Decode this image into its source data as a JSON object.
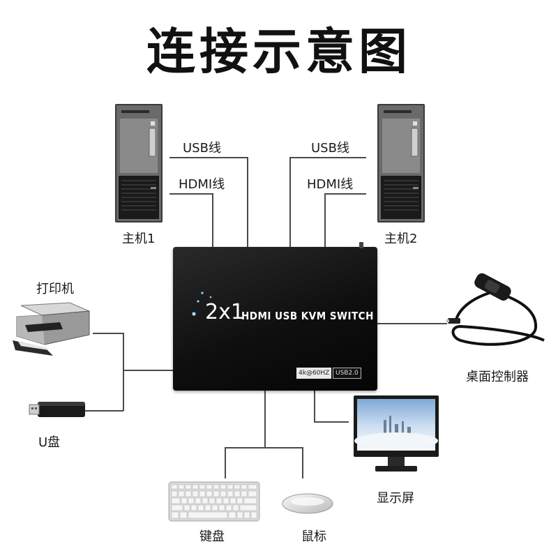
{
  "title": "连接示意图",
  "labels": {
    "usb_left": "USB线",
    "hdmi_left": "HDMI线",
    "usb_right": "USB线",
    "hdmi_right": "HDMI线",
    "host1": "主机1",
    "host2": "主机2",
    "printer": "打印机",
    "udisk": "U盘",
    "desk_controller": "桌面控制器",
    "monitor": "显示屏",
    "keyboard": "键盘",
    "mouse": "鼠标"
  },
  "kvm": {
    "ports": "2x1",
    "name": "HDMI USB KVM SWITCH",
    "spec_resolution": "4k@60HZ",
    "spec_usb": "USB2.0"
  },
  "colors": {
    "line": "#4a4a4a",
    "device_body": "#0f0f0f",
    "text": "#1a1a1a"
  }
}
